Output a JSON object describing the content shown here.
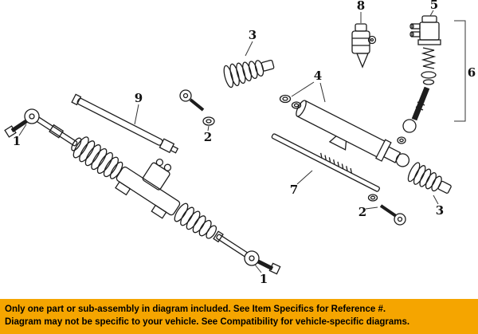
{
  "banner": {
    "background_color": "#F5A500",
    "text_color": "#000000",
    "line1": "Only one part or sub-assembly in diagram included. See Item Specifics for Reference #.",
    "line2": "Diagram may not be specific to your vehicle. See Compatibility for vehicle-specific diagrams."
  },
  "diagram": {
    "labels": [
      {
        "id": "outer-tie-rod-left",
        "text": "1"
      },
      {
        "id": "outer-tie-rod-bottom",
        "text": "1"
      },
      {
        "id": "inner-tie-rod-upper",
        "text": "2"
      },
      {
        "id": "inner-tie-rod-lower",
        "text": "2"
      },
      {
        "id": "bellows-boot-upper",
        "text": "3"
      },
      {
        "id": "bellows-boot-right",
        "text": "3"
      },
      {
        "id": "housing-tube-seals",
        "text": "4"
      },
      {
        "id": "valve-cap",
        "text": "5"
      },
      {
        "id": "valve-shaft-group",
        "text": "6"
      },
      {
        "id": "rack-bar",
        "text": "7"
      },
      {
        "id": "solenoid-valve",
        "text": "8"
      },
      {
        "id": "steering-damper",
        "text": "9"
      }
    ]
  }
}
